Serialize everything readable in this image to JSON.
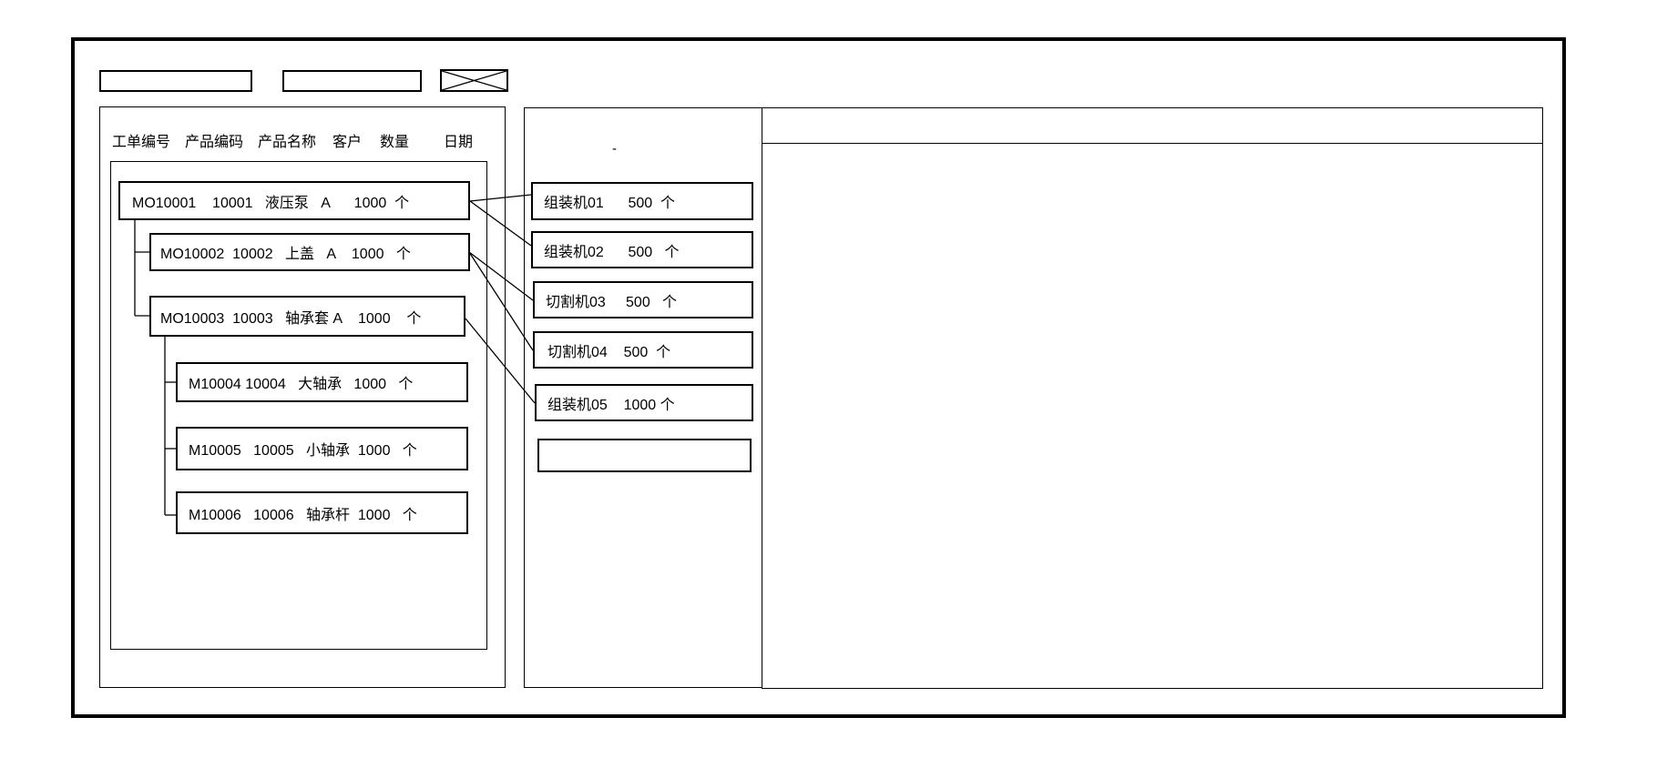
{
  "colors": {
    "line": "#000000",
    "background": "#ffffff",
    "text": "#000000"
  },
  "top_bar": {
    "input1": {
      "value": ""
    },
    "input2": {
      "value": ""
    },
    "close_box_icon": "x-crossed-box"
  },
  "left_panel": {
    "columns": [
      "工单编号",
      "产品编码",
      "产品名称",
      "客户",
      "数量",
      "日期"
    ],
    "orders": [
      {
        "order_no": "MO10001",
        "product_code": "10001",
        "product_name": "液压泵",
        "customer": "A",
        "qty": "1000",
        "unit": "个",
        "display": "MO10001    10001   液压泵   A      1000  个"
      },
      {
        "order_no": "MO10002",
        "product_code": "10002",
        "product_name": "上盖",
        "customer": "A",
        "qty": "1000",
        "unit": "个",
        "display": "MO10002  10002   上盖   A    1000   个"
      },
      {
        "order_no": "MO10003",
        "product_code": "10003",
        "product_name": "轴承套",
        "customer": "A",
        "qty": "1000",
        "unit": "个",
        "display": "MO10003  10003   轴承套 A    1000    个"
      },
      {
        "order_no": "M10004",
        "product_code": "10004",
        "product_name": "大轴承",
        "customer": "",
        "qty": "1000",
        "unit": "个",
        "display": "M10004 10004   大轴承   1000   个"
      },
      {
        "order_no": "M10005",
        "product_code": "10005",
        "product_name": "小轴承",
        "customer": "",
        "qty": "1000",
        "unit": "个",
        "display": "M10005   10005   小轴承  1000   个"
      },
      {
        "order_no": "M10006",
        "product_code": "10006",
        "product_name": "轴承杆",
        "customer": "",
        "qty": "1000",
        "unit": "个",
        "display": "M10006   10006   轴承杆  1000   个"
      }
    ],
    "hierarchy": [
      {
        "parent": "MO10001",
        "children": [
          "MO10002",
          "MO10003"
        ]
      },
      {
        "parent": "MO10003",
        "children": [
          "M10004",
          "M10005",
          "M10006"
        ]
      }
    ]
  },
  "middle_panel": {
    "mark": "-",
    "machines": [
      {
        "name": "组装机01",
        "qty": "500",
        "unit": "个",
        "display": "组装机01      500  个"
      },
      {
        "name": "组装机02",
        "qty": "500",
        "unit": "个",
        "display": "组装机02      500   个"
      },
      {
        "name": "切割机03",
        "qty": "500",
        "unit": "个",
        "display": "切割机03     500   个"
      },
      {
        "name": "切割机04",
        "qty": "500",
        "unit": "个",
        "display": "切割机04    500  个"
      },
      {
        "name": "组装机05",
        "qty": "1000",
        "unit": "个",
        "display": "组装机05    1000 个"
      },
      {
        "name": "",
        "qty": "",
        "unit": "",
        "display": ""
      }
    ]
  },
  "right_panel": {
    "header": ""
  },
  "connections": [
    {
      "from": "MO10001",
      "to": "组装机01"
    },
    {
      "from": "MO10001",
      "to": "组装机02"
    },
    {
      "from": "MO10002",
      "to": "切割机03"
    },
    {
      "from": "MO10002",
      "to": "切割机04"
    },
    {
      "from": "MO10003",
      "to": "组装机05"
    }
  ]
}
